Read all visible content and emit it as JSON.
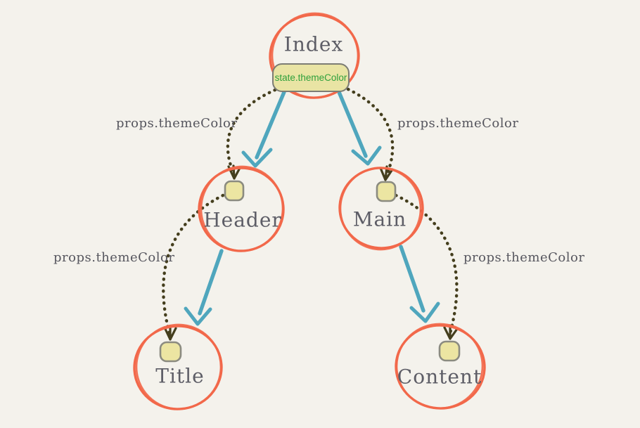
{
  "diagram": {
    "nodes": [
      {
        "id": "index",
        "label": "Index"
      },
      {
        "id": "header",
        "label": "Header"
      },
      {
        "id": "main",
        "label": "Main"
      },
      {
        "id": "title",
        "label": "Title"
      },
      {
        "id": "content",
        "label": "Content"
      }
    ],
    "state_badge": {
      "label": "state.themeColor"
    },
    "prop_labels": [
      {
        "edge": "index-to-header",
        "label": "props.themeColor"
      },
      {
        "edge": "index-to-main",
        "label": "props.themeColor"
      },
      {
        "edge": "header-to-title",
        "label": "props.themeColor"
      },
      {
        "edge": "main-to-content",
        "label": "props.themeColor"
      }
    ],
    "edges": {
      "child_arrows": [
        {
          "from": "Index",
          "to": "Header"
        },
        {
          "from": "Index",
          "to": "Main"
        },
        {
          "from": "Header",
          "to": "Title"
        },
        {
          "from": "Main",
          "to": "Content"
        }
      ],
      "props_flows": [
        {
          "from": "Index",
          "to": "Header",
          "prop": "props.themeColor"
        },
        {
          "from": "Index",
          "to": "Main",
          "prop": "props.themeColor"
        },
        {
          "from": "Header",
          "to": "Title",
          "prop": "props.themeColor"
        },
        {
          "from": "Main",
          "to": "Content",
          "prop": "props.themeColor"
        }
      ]
    },
    "colors": {
      "background": "#f4f2ec",
      "node_stroke": "#f2684a",
      "child_arrow": "#4fa6bd",
      "props_flow": "#443e1d",
      "badge_fill": "#e9e4a4",
      "badge_border": "#7c7c74",
      "badge_text": "#2fa03c",
      "node_text": "#5d5d66",
      "label_text": "#56565e",
      "port_fill": "#ece5a2",
      "port_border": "#8b8b80"
    }
  }
}
